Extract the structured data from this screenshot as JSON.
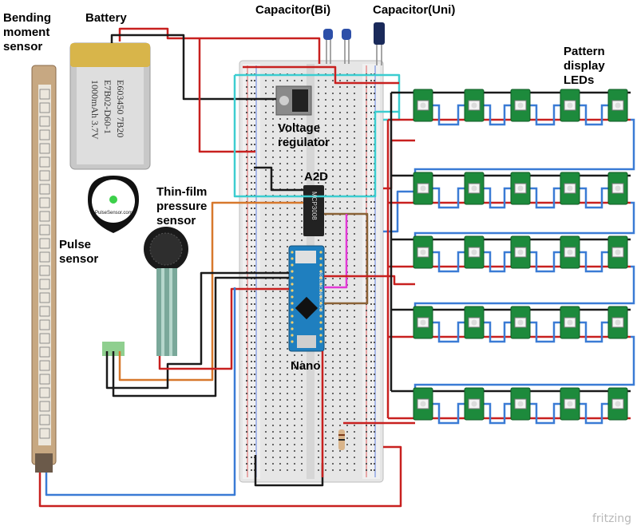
{
  "labels": {
    "bending": "Bending\nmoment\nsensor",
    "battery": "Battery",
    "cap_bi": "Capacitor(Bi)",
    "cap_uni": "Capacitor(Uni)",
    "pattern": "Pattern\ndisplay\nLEDs",
    "regulator": "Voltage\nregulator",
    "a2d": "A2D",
    "pulse": "Pulse\nsensor",
    "thinfilm": "Thin-film\npressure\nsensor",
    "nano": "Nano"
  },
  "battery_text": [
    "E603450 7B20",
    "E7B02-D60-1",
    "1000mAh 3.7V"
  ],
  "pulse_logo": "PulseSensor.com",
  "chip_text": "MCP3008",
  "nano_text": "ARDUINO NANO V3.0",
  "watermark": "fritzing",
  "colors": {
    "wire_red": "#c8201f",
    "wire_black": "#1a1a1a",
    "wire_blue": "#3a7bd5",
    "wire_cyan": "#3ccdd0",
    "wire_orange": "#d7782c",
    "wire_magenta": "#e23ad6",
    "wire_brown": "#8a6236",
    "led_board": "#1d8a3c",
    "nano_board": "#1f7fbf",
    "breadboard": "#e9e9e9"
  },
  "led_matrix": {
    "rows": 5,
    "cols": 5
  }
}
